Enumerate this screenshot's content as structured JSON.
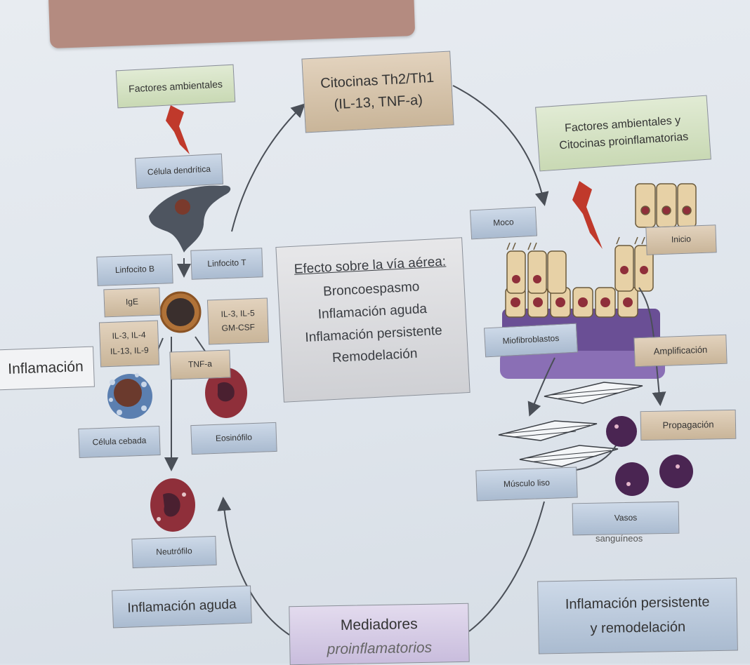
{
  "labels": {
    "factores_ambientales": "Factores ambientales",
    "citocinas_line1": "Citocinas Th2/Th1",
    "citocinas_line2": "(IL-13, TNF-a)",
    "factores_citocinas_line1": "Factores ambientales y",
    "factores_citocinas_line2": "Citocinas proinflamatorias",
    "celula_dendritica": "Célula dendrítica",
    "moco": "Moco",
    "inicio": "Inicio",
    "linfocito_b": "Linfocito B",
    "linfocito_t": "Linfocito T",
    "ige": "IgE",
    "il3_il5": "IL-3, IL-5",
    "gm_csf": "GM-CSF",
    "il3_il4": "IL-3, IL-4",
    "il13_il9": "IL-13, IL-9",
    "tnf_a": "TNF-a",
    "inflamacion": "Inflamación",
    "miofibroblastos": "Miofibroblastos",
    "amplificacion": "Amplificación",
    "celula_cebada": "Célula cebada",
    "eosinofilo": "Eosinófilo",
    "propagacion": "Propagación",
    "musculo_liso": "Músculo liso",
    "neutrofilo": "Neutrófilo",
    "vasos": "Vasos",
    "sanguineos": "sanguíneos",
    "inflamacion_aguda": "Inflamación aguda",
    "mediadores_line1": "Mediadores",
    "mediadores_line2": "proinflamatorios",
    "persistente_line1": "Inflamación persistente",
    "persistente_line2": "y remodelación"
  },
  "center_panel": {
    "title": "Efecto sobre la vía aérea:",
    "items": [
      "Broncoespasmo",
      "Inflamación aguda",
      "Inflamación persistente",
      "Remodelación"
    ]
  },
  "colors": {
    "label_blue": "#aabbd0",
    "label_green": "#c9d9b4",
    "label_tan": "#c9b599",
    "label_lavender": "#c9bddd",
    "lightning_red": "#c0392b",
    "cell_red": "#8f2f3a",
    "tissue_purple": "#6a4f95"
  }
}
